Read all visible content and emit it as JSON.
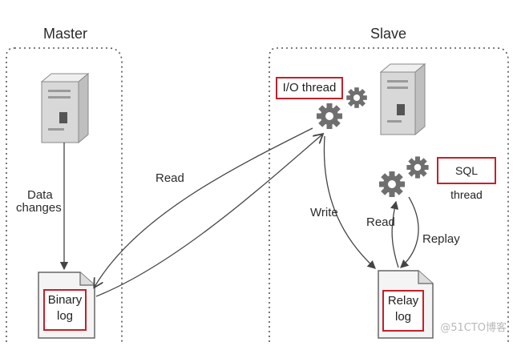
{
  "diagram": {
    "master": {
      "title": "Master",
      "data_changes": [
        "Data",
        "changes"
      ],
      "binary_log": [
        "Binary",
        "log"
      ]
    },
    "slave": {
      "title": "Slave",
      "io_thread": "I/O thread",
      "sql_thread": "SQL thread",
      "relay_log": [
        "Relay",
        "log"
      ]
    },
    "arrows": {
      "read_master": "Read",
      "write": "Write",
      "read_slave": "Read",
      "replay": "Replay"
    },
    "colors": {
      "highlight": "#c3202b",
      "line": "#444444",
      "gear": "#6f6f6f",
      "server": "#cfcfcf"
    }
  },
  "watermark": "@51CTO博客"
}
